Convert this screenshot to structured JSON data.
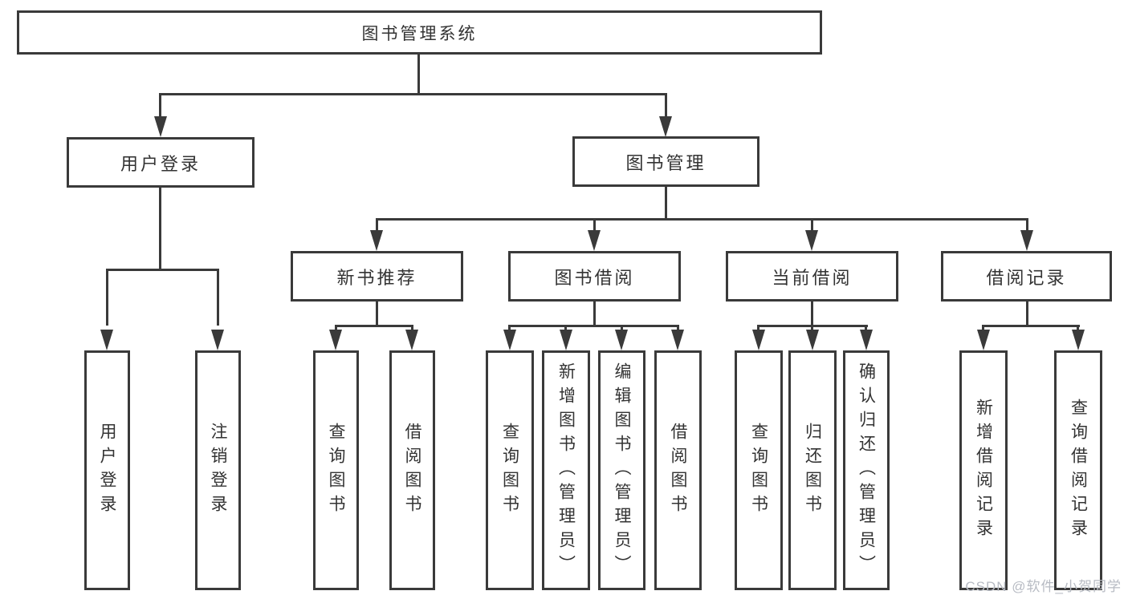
{
  "diagram": {
    "root": {
      "label": "图书管理系统"
    },
    "login": {
      "label": "用户登录",
      "children": [
        {
          "label": "用户登录"
        },
        {
          "label": "注销登录"
        }
      ]
    },
    "management": {
      "label": "图书管理",
      "sections": [
        {
          "label": "新书推荐",
          "children": [
            {
              "label": "查询图书"
            },
            {
              "label": "借阅图书"
            }
          ]
        },
        {
          "label": "图书借阅",
          "children": [
            {
              "label": "查询图书"
            },
            {
              "label": "新增图书（管理员）"
            },
            {
              "label": "编辑图书（管理员）"
            },
            {
              "label": "借阅图书"
            }
          ]
        },
        {
          "label": "当前借阅",
          "children": [
            {
              "label": "查询图书"
            },
            {
              "label": "归还图书"
            },
            {
              "label": "确认归还（管理员）"
            }
          ]
        },
        {
          "label": "借阅记录",
          "children": [
            {
              "label": "新增借阅记录"
            },
            {
              "label": "查询借阅记录"
            }
          ]
        }
      ]
    }
  },
  "watermark": {
    "text": "CSDN @软件_小贺同学"
  },
  "colors": {
    "line": "#3a3a3a",
    "text": "#333333",
    "background": "#ffffff",
    "watermark": "#b7bbc3"
  }
}
